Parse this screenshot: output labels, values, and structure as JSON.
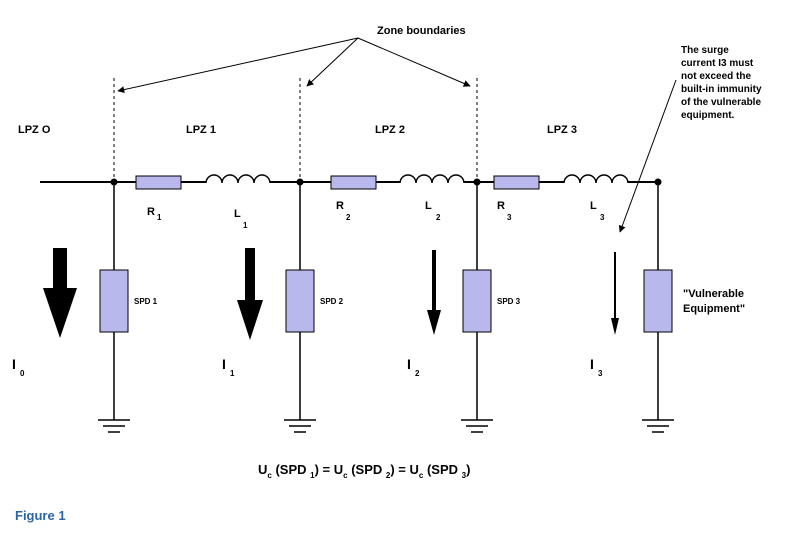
{
  "zone_boundaries_label": "Zone boundaries",
  "zones": [
    "LPZ O",
    "LPZ 1",
    "LPZ 2",
    "LPZ 3"
  ],
  "resistors": [
    {
      "main": "R",
      "sub": "1"
    },
    {
      "main": "R",
      "sub": "2"
    },
    {
      "main": "R",
      "sub": "3"
    }
  ],
  "inductors": [
    {
      "main": "L",
      "sub": "1"
    },
    {
      "main": "L",
      "sub": "2"
    },
    {
      "main": "L",
      "sub": "3"
    }
  ],
  "spds": [
    "SPD 1",
    "SPD 2",
    "SPD 3"
  ],
  "currents": [
    {
      "main": "I",
      "sub": "0"
    },
    {
      "main": "I",
      "sub": "1"
    },
    {
      "main": "I",
      "sub": "2"
    },
    {
      "main": "I",
      "sub": "3"
    }
  ],
  "note_lines": [
    "The surge",
    "current I3 must",
    "not exceed the",
    "built-in immunity",
    "of the vulnerable",
    "equipment."
  ],
  "vulnerable_label": [
    "\"Vulnerable",
    "Equipment\""
  ],
  "equation": {
    "t1": "U",
    "s1": "c",
    "t2": " (SPD ",
    "s2": "1",
    "t3": ") = U",
    "s3": "c",
    "t4": " (SPD ",
    "s4": "2",
    "t5": ") = U",
    "s5": "c",
    "t6": " (SPD ",
    "s6": "3",
    "t7": ")"
  },
  "caption": "Figure 1",
  "colors": {
    "component_fill": "#b8b8ec",
    "component_stroke": "#000000",
    "caption": "#2a66a6"
  }
}
